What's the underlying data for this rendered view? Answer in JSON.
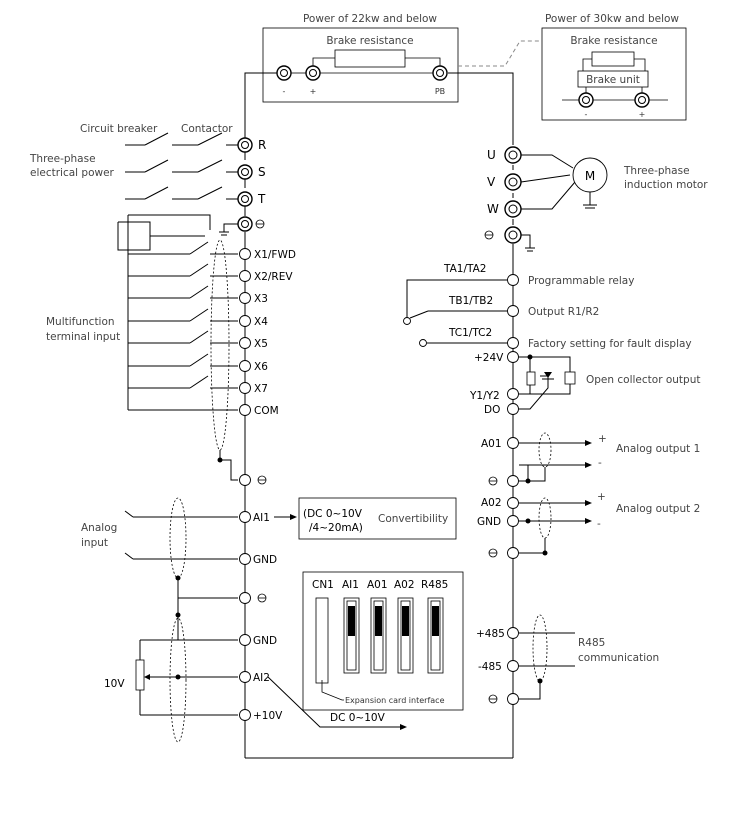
{
  "top": {
    "power_22kw": "Power of 22kw and below",
    "power_30kw": "Power of 30kw and below",
    "brake_resistance_a": "Brake resistance",
    "brake_resistance_b": "Brake resistance",
    "brake_unit": "Brake unit",
    "minus_a": "-",
    "plus_a": "+",
    "pb": "PB",
    "minus_b": "-",
    "plus_b": "+"
  },
  "power_input": {
    "circuit_breaker": "Circuit breaker",
    "contactor": "Contactor",
    "three_phase_line1": "Three-phase",
    "three_phase_line2": "electrical power",
    "r": "R",
    "s": "S",
    "t": "T"
  },
  "motor": {
    "u": "U",
    "v": "V",
    "w": "W",
    "m": "M",
    "label_line1": "Three-phase",
    "label_line2": "induction motor"
  },
  "inputs": {
    "x1": "X1/FWD",
    "x2": "X2/REV",
    "x3": "X3",
    "x4": "X4",
    "x5": "X5",
    "x6": "X6",
    "x7": "X7",
    "com": "COM",
    "label_line1": "Multifunction",
    "label_line2": "terminal input"
  },
  "relay": {
    "ta": "TA1/TA2",
    "tb": "TB1/TB2",
    "tc": "TC1/TC2",
    "programmable": "Programmable relay",
    "output": "Output R1/R2",
    "factory": "Factory setting for fault display"
  },
  "open_collector": {
    "v24": "+24V",
    "y1y2": "Y1/Y2",
    "do": "DO",
    "label": "Open collector output"
  },
  "analog_output": {
    "a01": "A01",
    "a02": "A02",
    "gnd": "GND",
    "label1": "Analog output 1",
    "label2": "Analog output 2",
    "plus1": "+",
    "minus1": "-",
    "plus2": "+",
    "minus2": "-"
  },
  "analog_input": {
    "label_line1": "Analog",
    "label_line2": "input",
    "ai1": "AI1",
    "gnd1": "GND",
    "gnd2": "GND",
    "ai2": "AI2",
    "v10": "+10V",
    "pot": "10V",
    "dc_range": "DC 0~10V",
    "box_line1": "(DC 0~10V",
    "box_line2": "/4~20mA)",
    "convertibility": "Convertibility"
  },
  "switches": {
    "cn1": "CN1",
    "ai1": "AI1",
    "a01": "A01",
    "a02": "A02",
    "r485": "R485",
    "expansion": "Expansion card interface"
  },
  "comm": {
    "p485": "+485",
    "m485": "-485",
    "label_line1": "R485",
    "label_line2": "communication"
  }
}
